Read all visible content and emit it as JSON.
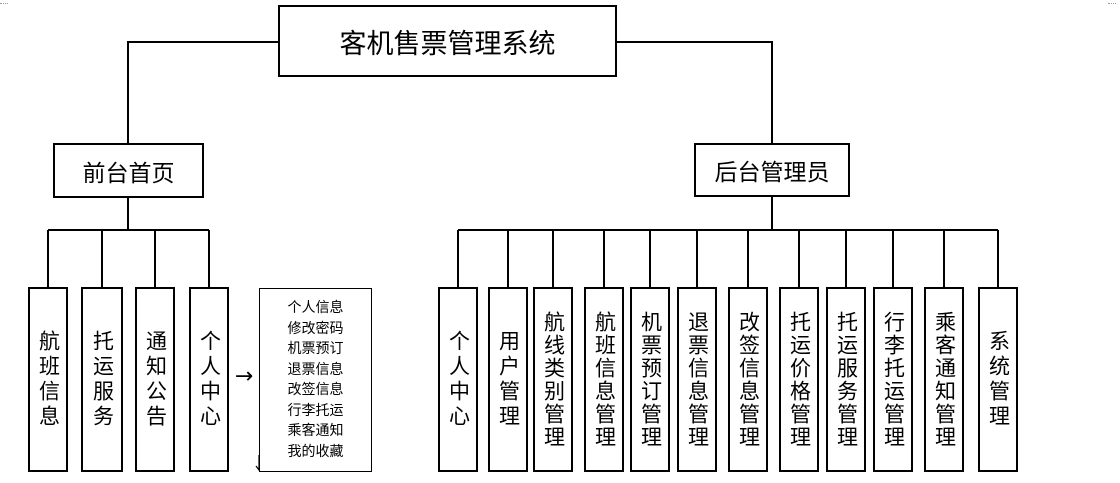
{
  "root": {
    "title": "客机售票管理系统"
  },
  "frontend": {
    "title": "前台首页",
    "modules": [
      "航班信息",
      "托运服务",
      "通知公告",
      "个人中心"
    ],
    "personal_center_arrow": "→",
    "personal_center_items": [
      "个人信息",
      "修改密码",
      "机票预订",
      "退票信息",
      "改签信息",
      "行李托运",
      "乘客通知",
      "我的收藏"
    ]
  },
  "backend": {
    "title": "后台管理员",
    "modules": [
      "个人中心",
      "用户管理",
      "航线类别管理",
      "航班信息管理",
      "机票预订管理",
      "退票信息管理",
      "改签信息管理",
      "托运价格管理",
      "托运服务管理",
      "行李托运管理",
      "乘客通知管理",
      "系统管理"
    ]
  }
}
